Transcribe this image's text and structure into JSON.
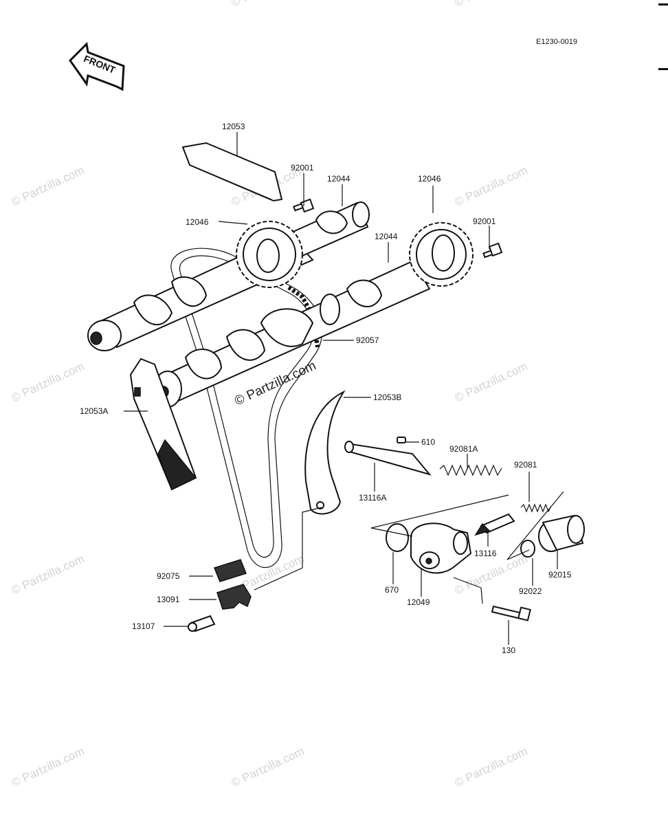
{
  "diagram_code": "E1230-0019",
  "front_label": "FRONT",
  "watermark_text": "© Partzilla.com",
  "parts": [
    {
      "id": "12053",
      "name": "guide-top"
    },
    {
      "id": "92001",
      "name": "bolt-left"
    },
    {
      "id": "12044",
      "name": "camshaft-rear"
    },
    {
      "id": "12046",
      "name": "sprocket-right"
    },
    {
      "id": "12046",
      "name": "sprocket-left"
    },
    {
      "id": "92001",
      "name": "bolt-right"
    },
    {
      "id": "12044",
      "name": "camshaft-front"
    },
    {
      "id": "92057",
      "name": "cam-chain"
    },
    {
      "id": "12053A",
      "name": "guide-left"
    },
    {
      "id": "12053B",
      "name": "tensioner-guide"
    },
    {
      "id": "610",
      "name": "pin-610"
    },
    {
      "id": "92081A",
      "name": "spring-large"
    },
    {
      "id": "92081",
      "name": "spring-small"
    },
    {
      "id": "13116A",
      "name": "rod-long"
    },
    {
      "id": "13116",
      "name": "rod-short"
    },
    {
      "id": "92015",
      "name": "cap-nut"
    },
    {
      "id": "670",
      "name": "o-ring-670"
    },
    {
      "id": "12049",
      "name": "tensioner-body"
    },
    {
      "id": "92022",
      "name": "washer-92022"
    },
    {
      "id": "130",
      "name": "bolt-130"
    },
    {
      "id": "92075",
      "name": "damper-92075"
    },
    {
      "id": "13091",
      "name": "holder-13091"
    },
    {
      "id": "13107",
      "name": "pin-13107"
    }
  ]
}
